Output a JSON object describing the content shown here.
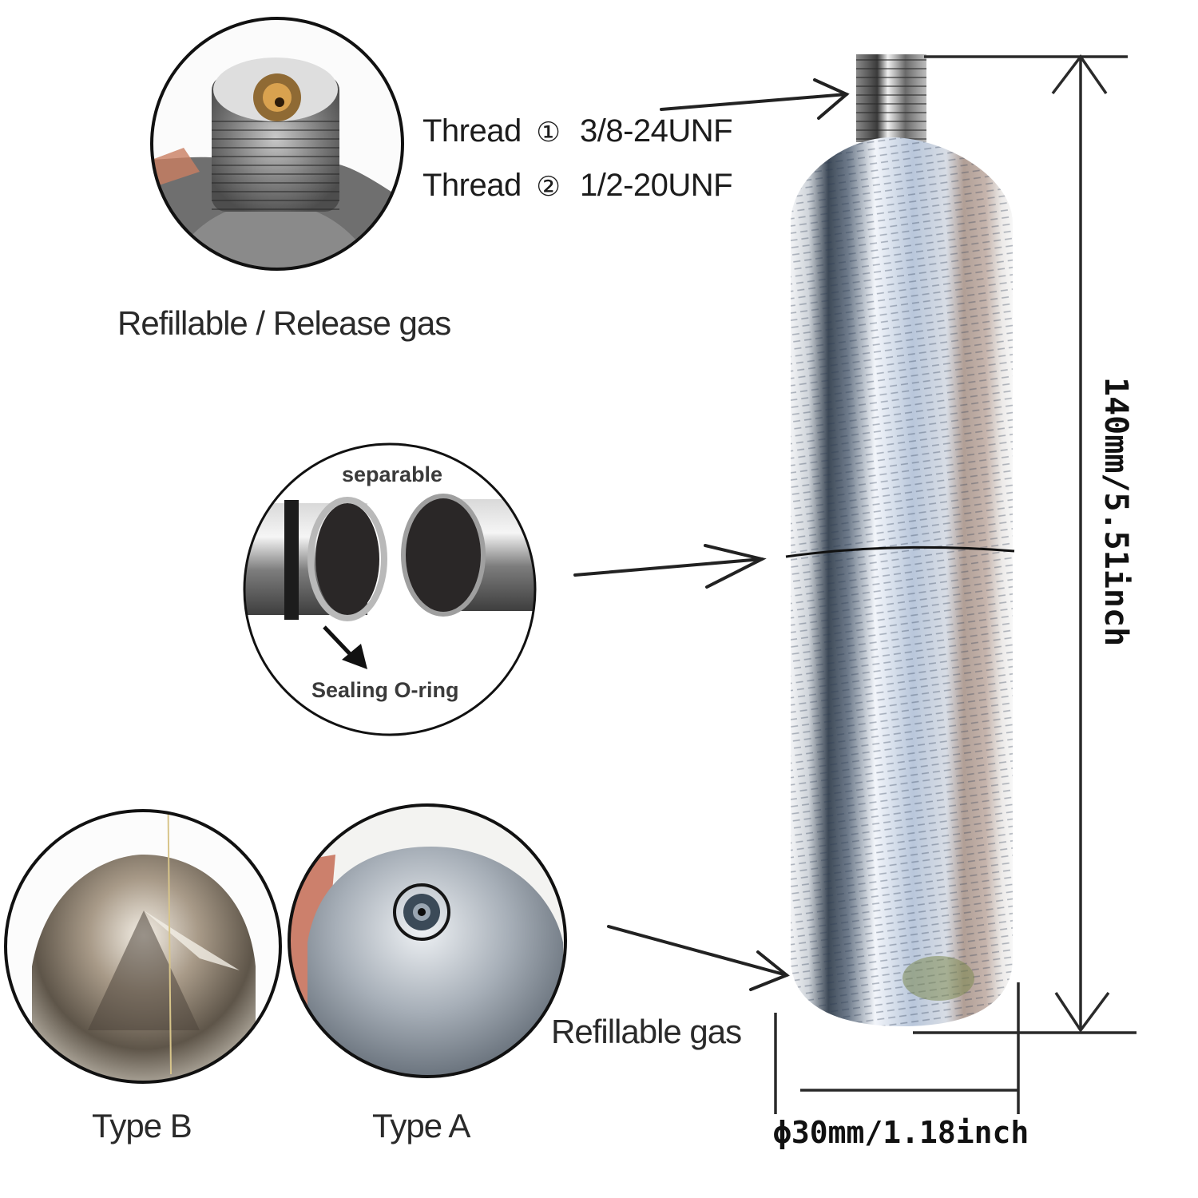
{
  "title": "Refillable gas cylinder specification diagram",
  "threads": [
    {
      "label": "Thread",
      "marker": "①",
      "spec": "3/8-24UNF"
    },
    {
      "label": "Thread",
      "marker": "②",
      "spec": "1/2-20UNF"
    }
  ],
  "detail_circles": {
    "valve": {
      "caption": "Refillable / Release  gas"
    },
    "seam": {
      "top_label": "separable",
      "bottom_label": "Sealing O-ring"
    },
    "type_b": {
      "caption": "Type B"
    },
    "type_a": {
      "caption": "Type A"
    }
  },
  "bottom_callout": "Refillable gas",
  "dimensions": {
    "length": "140mm/5.51inch",
    "diameter": "ϕ30mm/1.18inch"
  },
  "colors": {
    "background": "#ffffff",
    "outline": "#111111",
    "metal_light": "#e4e8ee",
    "metal_mid": "#9aa3ad",
    "metal_dark": "#3f4b58",
    "metal_warm": "#b4a29a",
    "brass": "#b8873a"
  }
}
